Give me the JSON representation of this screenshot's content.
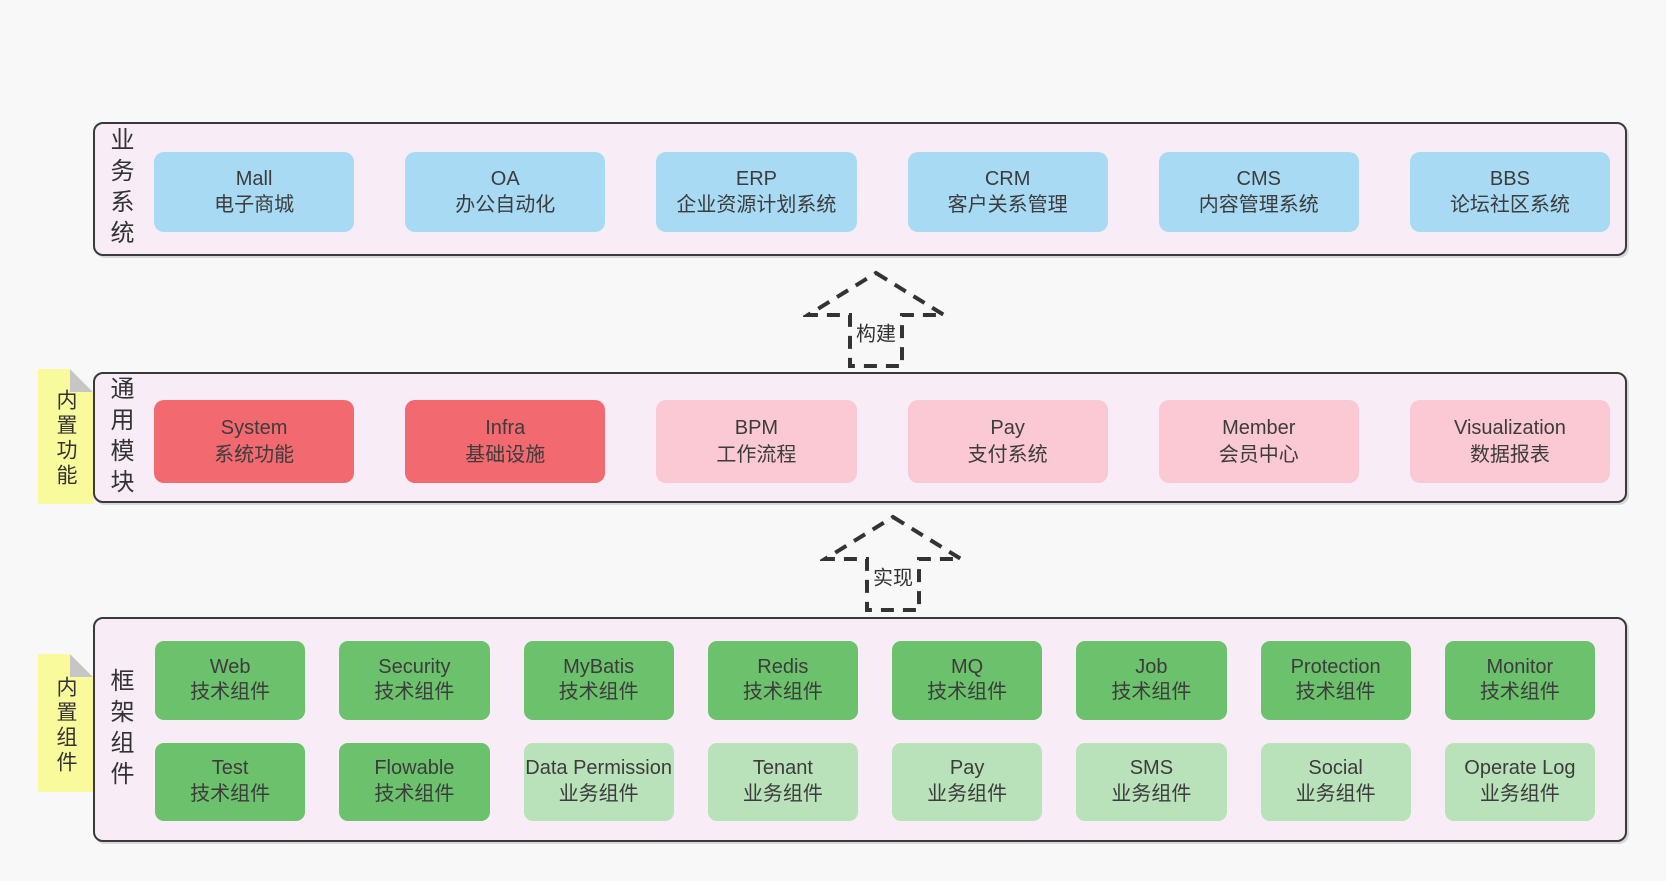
{
  "colors": {
    "page_bg": "#f8f8f8",
    "band_bg": "#f8edf6",
    "band_border": "#3a3a3a",
    "box_blue": "#a8daf4",
    "box_red": "#f2696f",
    "box_pink": "#fac9d3",
    "box_green": "#6cc16c",
    "box_lightgreen": "#b9e2ba",
    "sticky_yellow": "#f9fa9c",
    "sticky_fold_gray": "#c6c6c6",
    "text": "#3c3c3c"
  },
  "arrows": [
    {
      "label": "构建"
    },
    {
      "label": "实现"
    }
  ],
  "bands": [
    {
      "label": "业务系统",
      "boxes": [
        {
          "name": "Mall",
          "desc": "电子商城"
        },
        {
          "name": "OA",
          "desc": "办公自动化"
        },
        {
          "name": "ERP",
          "desc": "企业资源计划系统"
        },
        {
          "name": "CRM",
          "desc": "客户关系管理"
        },
        {
          "name": "CMS",
          "desc": "内容管理系统"
        },
        {
          "name": "BBS",
          "desc": "论坛社区系统"
        }
      ]
    },
    {
      "label": "通用模块",
      "sticky": "内置功能",
      "boxes": [
        {
          "name": "System",
          "desc": "系统功能"
        },
        {
          "name": "Infra",
          "desc": "基础设施"
        },
        {
          "name": "BPM",
          "desc": "工作流程"
        },
        {
          "name": "Pay",
          "desc": "支付系统"
        },
        {
          "name": "Member",
          "desc": "会员中心"
        },
        {
          "name": "Visualization",
          "desc": "数据报表"
        }
      ]
    },
    {
      "label": "框架组件",
      "sticky": "内置组件",
      "rows": [
        {
          "boxes": [
            {
              "name": "Web",
              "desc": "技术组件"
            },
            {
              "name": "Security",
              "desc": "技术组件"
            },
            {
              "name": "MyBatis",
              "desc": "技术组件"
            },
            {
              "name": "Redis",
              "desc": "技术组件"
            },
            {
              "name": "MQ",
              "desc": "技术组件"
            },
            {
              "name": "Job",
              "desc": "技术组件"
            },
            {
              "name": "Protection",
              "desc": "技术组件"
            },
            {
              "name": "Monitor",
              "desc": "技术组件"
            }
          ]
        },
        {
          "boxes": [
            {
              "name": "Test",
              "desc": "技术组件"
            },
            {
              "name": "Flowable",
              "desc": "技术组件"
            },
            {
              "name": "Data Permission",
              "desc": "业务组件"
            },
            {
              "name": "Tenant",
              "desc": "业务组件"
            },
            {
              "name": "Pay",
              "desc": "业务组件"
            },
            {
              "name": "SMS",
              "desc": "业务组件"
            },
            {
              "name": "Social",
              "desc": "业务组件"
            },
            {
              "name": "Operate Log",
              "desc": "业务组件"
            }
          ]
        }
      ]
    }
  ]
}
